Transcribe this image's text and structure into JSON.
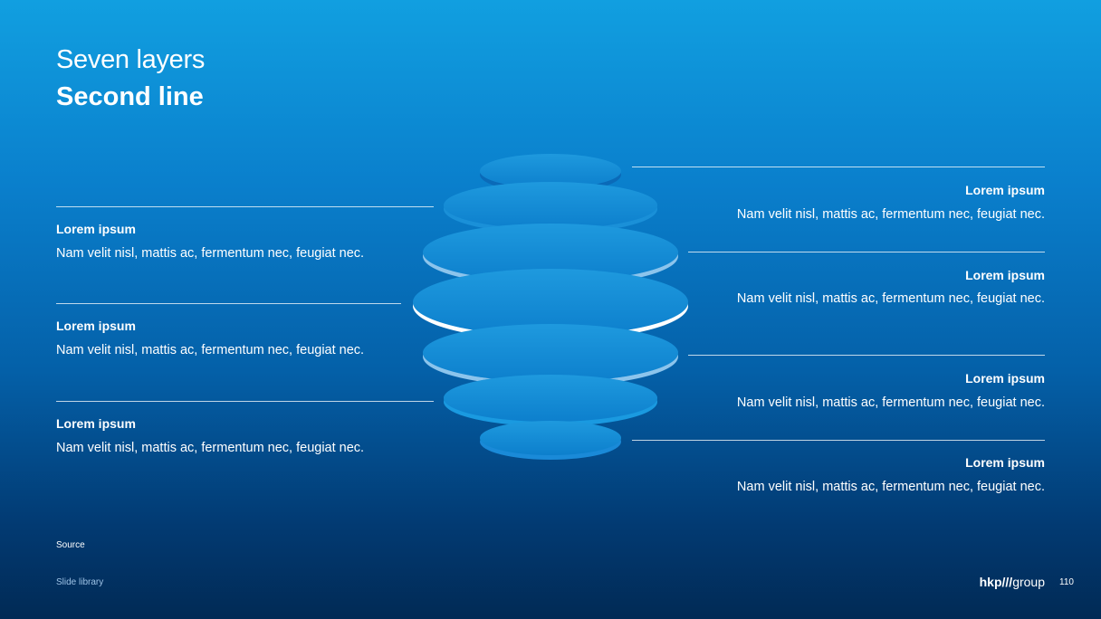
{
  "title": {
    "line1": "Seven layers",
    "line2": "Second line"
  },
  "left_items": [
    {
      "title": "Lorem ipsum",
      "body": "Nam velit nisl, mattis ac, fermentum nec, feugiat nec."
    },
    {
      "title": "Lorem ipsum",
      "body": "Nam velit nisl, mattis ac, fermentum nec, feugiat nec."
    },
    {
      "title": "Lorem ipsum",
      "body": "Nam velit nisl, mattis ac, fermentum nec, feugiat nec."
    }
  ],
  "right_items": [
    {
      "title": "Lorem ipsum",
      "body": "Nam velit nisl, mattis ac, fermentum nec, feugiat nec."
    },
    {
      "title": "Lorem ipsum",
      "body": "Nam velit nisl, mattis ac, fermentum nec, feugiat nec."
    },
    {
      "title": "Lorem ipsum",
      "body": "Nam velit nisl, mattis ac, fermentum nec, feugiat nec."
    },
    {
      "title": "Lorem ipsum",
      "body": "Nam velit nisl, mattis ac, fermentum nec, feugiat nec."
    }
  ],
  "footer": {
    "source": "Source",
    "library": "Slide library",
    "logo_bold": "hkp///",
    "logo_light": "group",
    "page": "110"
  },
  "layer_rim_colors": [
    "#0a6ab8",
    "#1a90d8",
    "#8cc4ec",
    "#ffffff",
    "#8cc4ec",
    "#1a9ae0",
    "#1a8ad8"
  ]
}
